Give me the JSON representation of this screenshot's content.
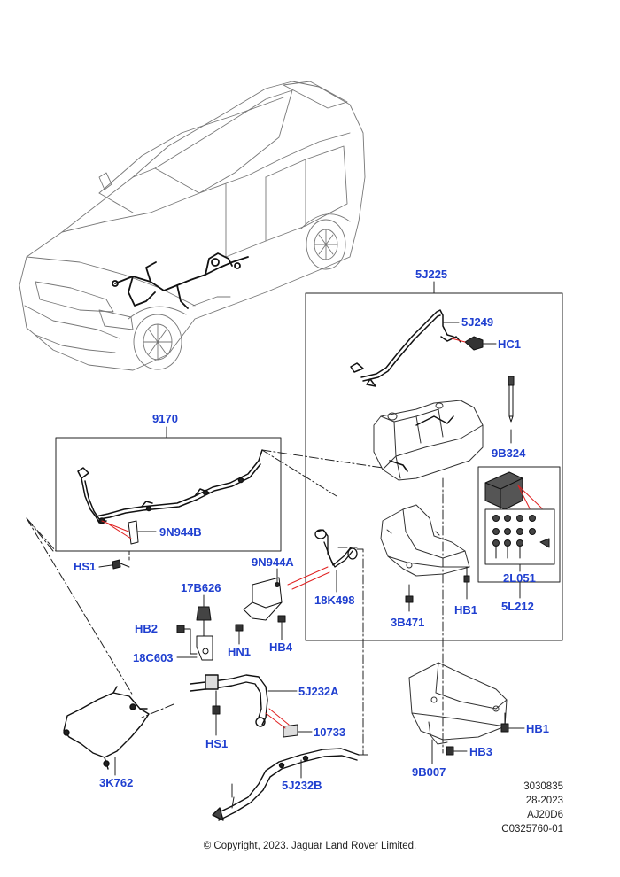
{
  "labels": {
    "l_5J225": "5J225",
    "l_5J249": "5J249",
    "l_HC1": "HC1",
    "l_9B324": "9B324",
    "l_9170": "9170",
    "l_9N944B": "9N944B",
    "l_HS1_top": "HS1",
    "l_9N944A": "9N944A",
    "l_17B626": "17B626",
    "l_HB2": "HB2",
    "l_18C603": "18C603",
    "l_HN1": "HN1",
    "l_HB4": "HB4",
    "l_18K498": "18K498",
    "l_3B471": "3B471",
    "l_HB1_top": "HB1",
    "l_2L051": "2L051",
    "l_5L212": "5L212",
    "l_5J232A": "5J232A",
    "l_10733": "10733",
    "l_HS1_bot": "HS1",
    "l_3K762": "3K762",
    "l_5J232B": "5J232B",
    "l_HB1_bot": "HB1",
    "l_HB3": "HB3",
    "l_9B007": "9B007"
  },
  "reference": [
    "3030835",
    "28-2023",
    "AJ20D6",
    "C0325760-01"
  ],
  "copyright": "© Copyright, 2023. Jaguar Land Rover Limited.",
  "colors": {
    "label": "#1f3fd0",
    "line": "#222222",
    "leader": "#e02020"
  }
}
